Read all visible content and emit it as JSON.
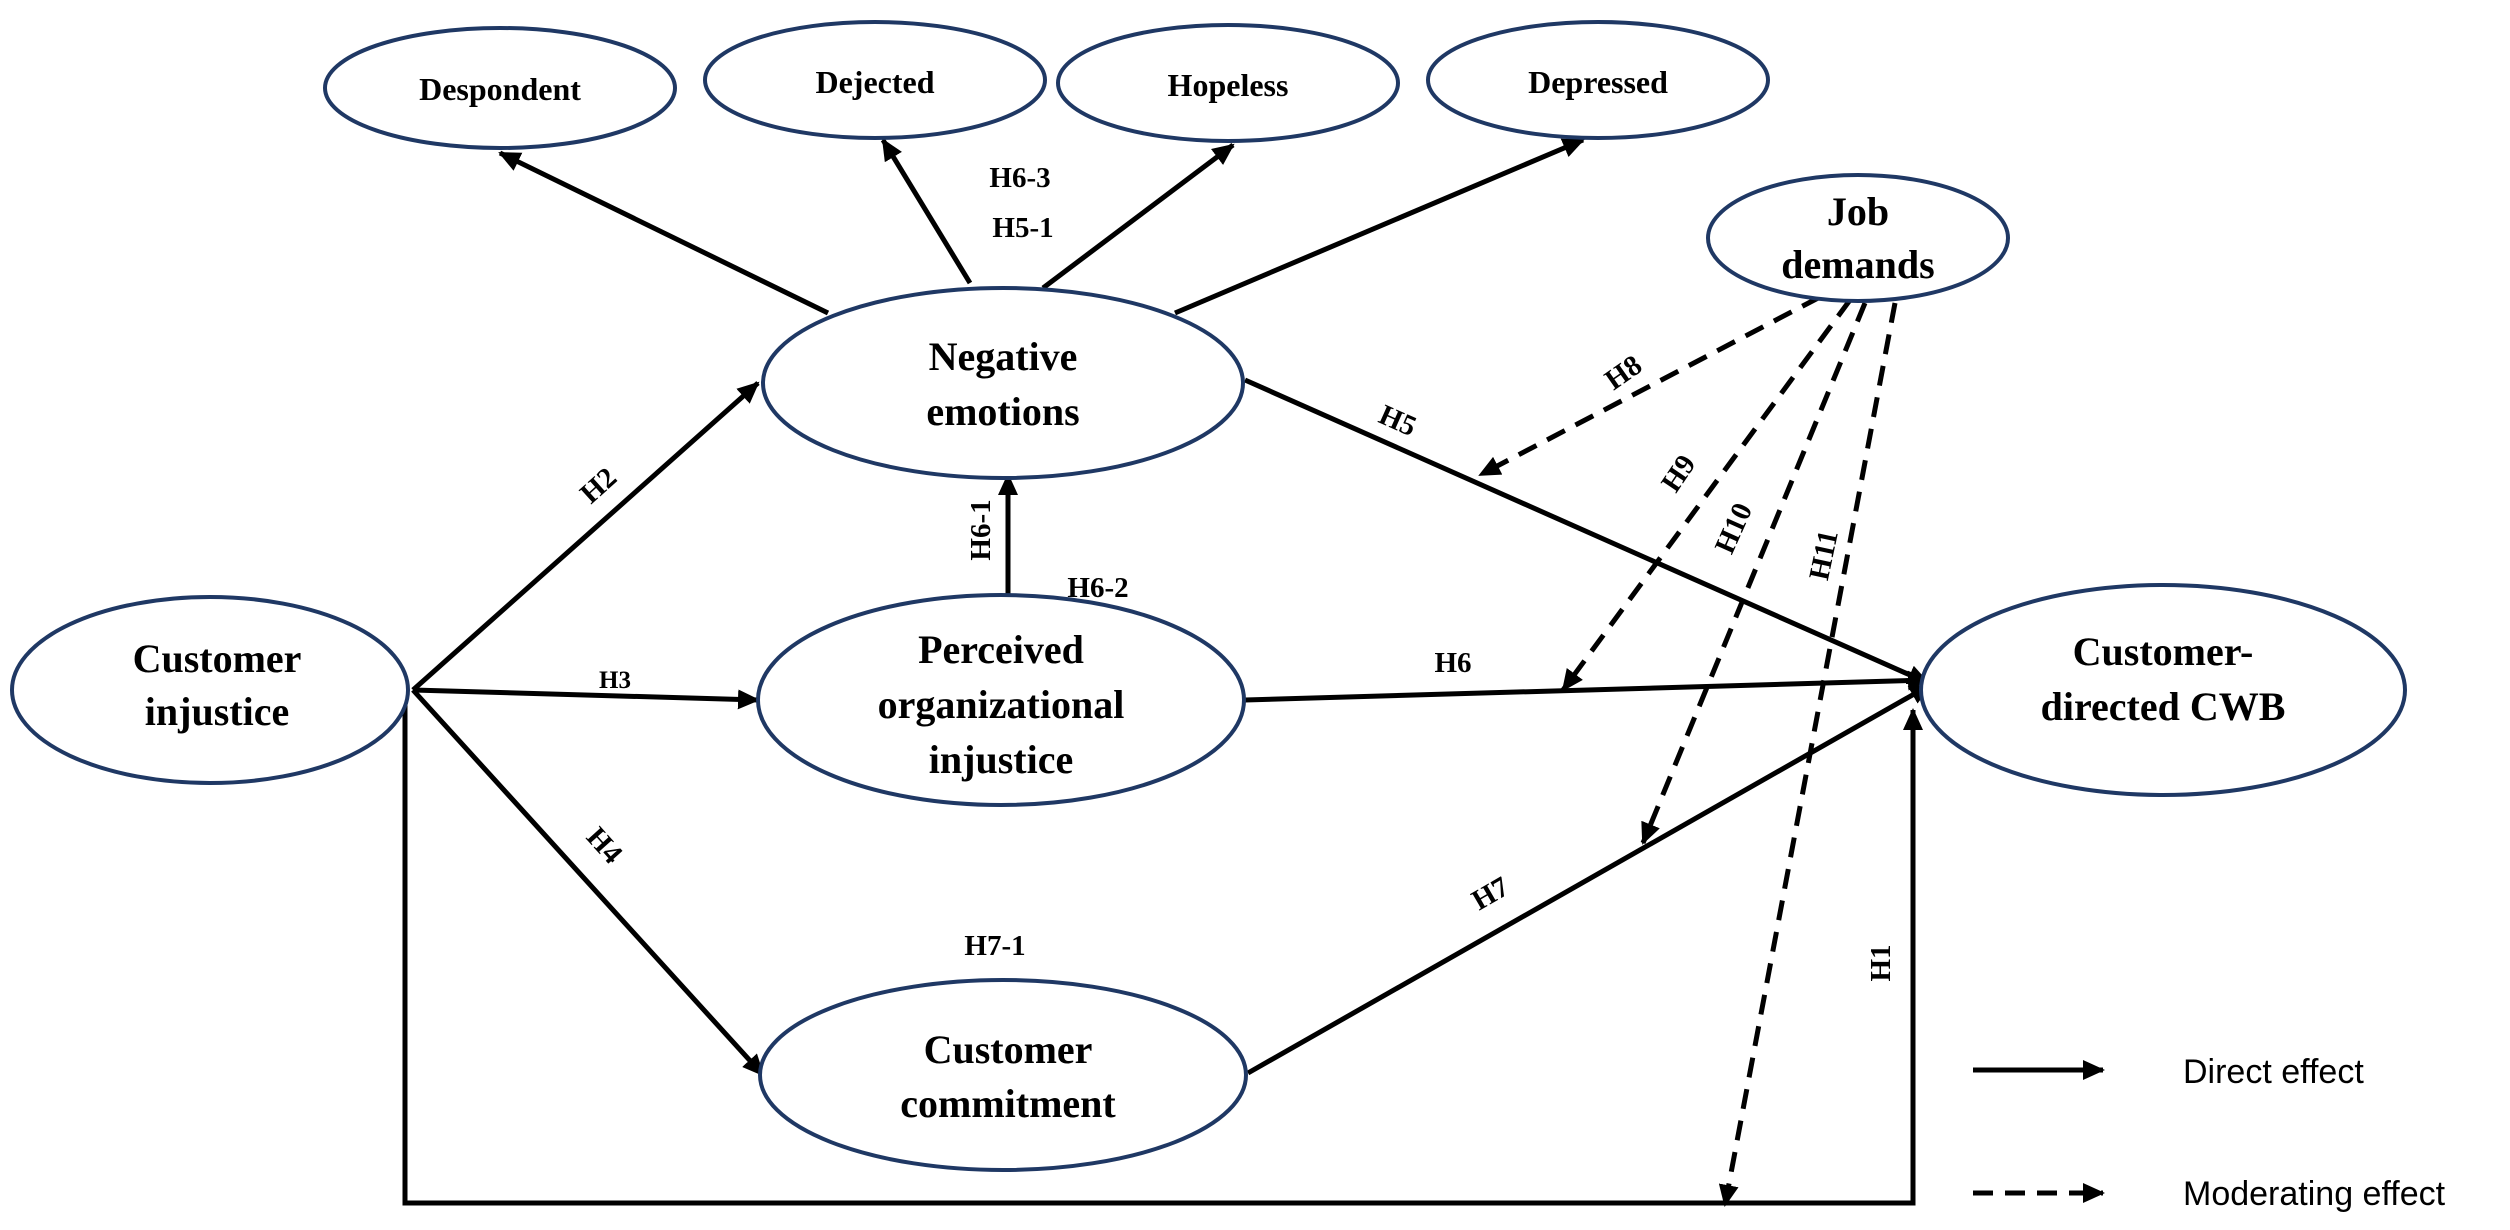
{
  "nodes": {
    "despondent": "Despondent",
    "dejected": "Dejected",
    "hopeless": "Hopeless",
    "depressed": "Depressed",
    "job_demands": [
      "Job",
      "demands"
    ],
    "negative_emotions": [
      "Negative",
      "emotions"
    ],
    "customer_injustice": [
      "Customer",
      "injustice"
    ],
    "perceived_org_injustice": [
      "Perceived",
      "organizational",
      "injustice"
    ],
    "customer_cwb": [
      "Customer-",
      "directed CWB"
    ],
    "customer_commitment": [
      "Customer",
      "commitment"
    ]
  },
  "edge_labels": {
    "h6_3": "H6-3",
    "h5_1": "H5-1",
    "h8": "H8",
    "h5": "H5",
    "h2": "H2",
    "h9": "H9",
    "h10": "H10",
    "h11": "H11",
    "h6_1": "H6-1",
    "h6_2": "H6-2",
    "h3": "H3",
    "h6": "H6",
    "h4": "H4",
    "h7": "H7",
    "h7_1": "H7-1",
    "h1": "H1"
  },
  "legend": {
    "direct": "Direct effect",
    "moderating": "Moderating effect"
  }
}
